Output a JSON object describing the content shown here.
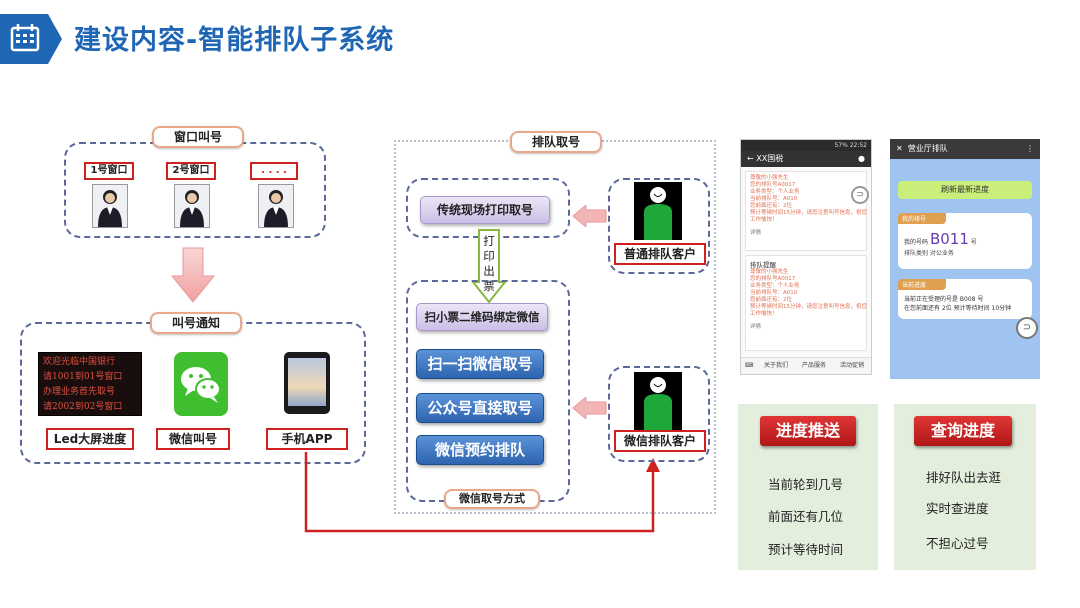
{
  "title": "建设内容-智能排队子系统",
  "window_call": {
    "label": "窗口叫号",
    "windows": [
      "1号窗口",
      "2号窗口",
      ". . . ."
    ]
  },
  "call_notice": {
    "label": "叫号通知",
    "led_lines": [
      "欢迎光临中国银行",
      "请1001到01号窗口",
      "办理业务首先取号",
      "请2002到02号窗口"
    ],
    "items": [
      "Led大屏进度",
      "微信叫号",
      "手机APP"
    ]
  },
  "queue": {
    "label": "排队取号",
    "print_btn": "传统现场打印取号",
    "arrow_text": [
      "打",
      "印",
      "出",
      "票"
    ],
    "bind_btn": "扫小票二维码绑定微信",
    "wechat_btns": [
      "扫一扫微信取号",
      "公众号直接取号",
      "微信预约排队"
    ],
    "wechat_method_label": "微信取号方式",
    "customers": [
      "普通排队客户",
      "微信排队客户"
    ]
  },
  "phone1": {
    "status": "57% 22:52",
    "title": "XX国税",
    "msg_lines": [
      "尊敬的小强先生",
      "您的排队号A0017",
      "业务类型：个人业务",
      "当前排队号：A010",
      "您前面还有：2位",
      "预计等候时间15分钟，请您注意叫号信息，祝您",
      "工作愉快！"
    ],
    "detail": "详情",
    "card2_title": "排队提醒",
    "tabs": [
      "关于我们",
      "产品服务",
      "活动促销"
    ]
  },
  "phone2": {
    "title": "营业厅排队",
    "refresh_btn": "刷新最新进度",
    "my_queue_label": "我的排号",
    "my_number_label": "我的号码",
    "my_number": "B011",
    "number_suffix": "号",
    "business_type": "排队类别  对公业务",
    "progress_label": "当前进度",
    "progress_lines": [
      "当前正在受理的号是 B008 号",
      "在您前面还有 2位   预计等待时间 10分钟"
    ]
  },
  "panel_push": {
    "title": "进度推送",
    "items": [
      "当前轮到几号",
      "前面还有几位",
      "预计等待时间"
    ]
  },
  "panel_query": {
    "title": "查询进度",
    "items": [
      "排好队出去逛",
      "实时查进度",
      "不担心过号"
    ]
  },
  "colors": {
    "brand_blue": "#1f67b4",
    "accent_red": "#d02020",
    "panel_green": "#e3eedd"
  }
}
